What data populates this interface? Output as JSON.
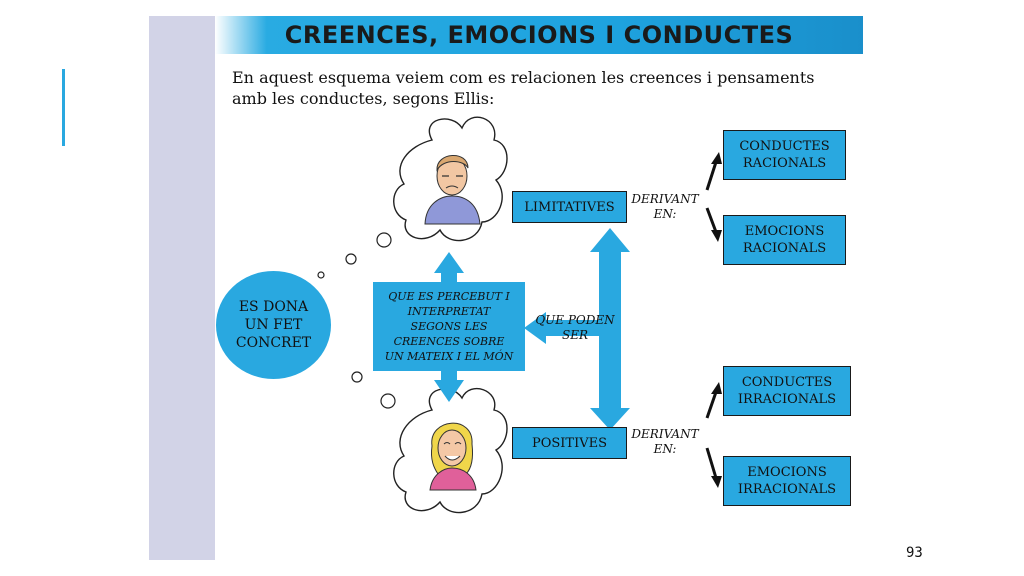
{
  "title": "CREENCES, EMOCIONS I CONDUCTES",
  "intro_line1": "En aquest esquema veiem com es relacionen les creences i pensaments",
  "intro_line2": "amb les conductes, segons Ellis:",
  "fact": [
    "ES DONA",
    "UN FET",
    "CONCRET"
  ],
  "interpretation": [
    "QUE ES PERCEBUT I",
    "INTERPRETAT",
    "SEGONS LES",
    "CREENCES SOBRE",
    "UN MATEIX I EL MÓN"
  ],
  "can_be": [
    "QUE PODEN",
    "SER"
  ],
  "limitatives": "LIMITATIVES",
  "positives": "POSITIVES",
  "deriving_top": [
    "DERIVANT",
    "EN:"
  ],
  "deriving_bottom": [
    "DERIVANT",
    "EN:"
  ],
  "outcomes_top": [
    [
      "CONDUCTES",
      "RACIONALS"
    ],
    [
      "EMOCIONS",
      "RACIONALS"
    ]
  ],
  "outcomes_bottom": [
    [
      "CONDUCTES",
      "IRRACIONALS"
    ],
    [
      "EMOCIONS",
      "IRRACIONALS"
    ]
  ],
  "page_number": "93",
  "colors": {
    "accent": "#29a8e0",
    "panel": "#d2d3e7"
  }
}
